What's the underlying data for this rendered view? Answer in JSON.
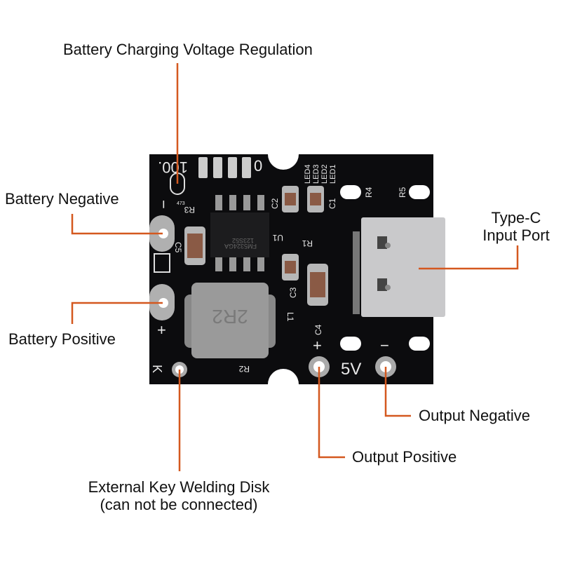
{
  "callouts": {
    "charging_voltage": "Battery Charging Voltage Regulation",
    "battery_negative": "Battery Negative",
    "battery_positive": "Battery Positive",
    "type_c_line1": "Type-C",
    "type_c_line2": "Input Port",
    "output_negative": "Output Negative",
    "output_positive": "Output Positive",
    "key_line1": "External Key Welding Disk",
    "key_line2": "(can not be connected)"
  },
  "silkscreen": {
    "v100": "100.",
    "v0": "0",
    "led4": "LED4",
    "led3": "LED3",
    "led2": "LED2",
    "led1": "LED1",
    "r4": "R4",
    "r5": "R5",
    "c1": "C1",
    "c2": "C2",
    "r3": "R3",
    "r3_code": "473",
    "u1": "U1",
    "chip_line1": "FM5324GA",
    "chip_line2": "123S52",
    "r1": "R1",
    "c5": "C5",
    "c3": "C3",
    "l1": "L1",
    "c4": "C4",
    "r2": "R2",
    "inductor": "2R2",
    "k": "K",
    "v5": "5V",
    "plus_bat": "+",
    "minus_bat": "−",
    "plus_out": "+",
    "minus_out": "−"
  },
  "colors": {
    "leader": "#d4581f",
    "board": "#0c0c0e",
    "pad": "#b8b8b8"
  }
}
